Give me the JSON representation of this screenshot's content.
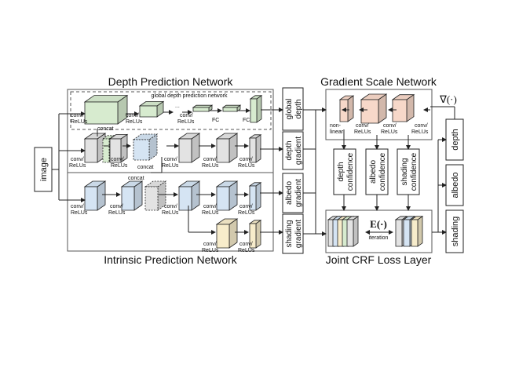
{
  "titles": {
    "depth_network": "Depth Prediction Network",
    "gradient_scale_network": "Gradient Scale Network",
    "intrinsic_network": "Intrinsic Prediction Network",
    "crf_loss_layer": "Joint CRF Loss Layer"
  },
  "labels": {
    "global_depth_prediction_network": "global depth prediction network",
    "image": "image",
    "conv": "conv/",
    "relus": "ReLUs",
    "fc": "FC",
    "concat": "concat",
    "ellipsis": "...",
    "non": "non-",
    "linear": "linear",
    "iteration": "iteration",
    "energy": "E(·)",
    "gradient_op": "∇(·)"
  },
  "side_boxes": {
    "global_depth": [
      "global",
      "depth"
    ],
    "depth_gradient": [
      "depth",
      "gradient"
    ],
    "albedo_gradient": [
      "albedo",
      "gradient"
    ],
    "shading_gradient": [
      "shading",
      "gradient"
    ]
  },
  "confidence_boxes": {
    "depth": [
      "depth",
      "confidence"
    ],
    "albedo": [
      "albedo",
      "confidence"
    ],
    "shading": [
      "shading",
      "confidence"
    ]
  },
  "outputs": [
    "depth",
    "albedo",
    "shading"
  ],
  "colors": {
    "green": "#d7ebcf",
    "gray": "#e3e3e3",
    "blue": "#d5e4f3",
    "yellow": "#f7eccb",
    "salmon": "#f7d8c9",
    "stroke": "#222222"
  }
}
